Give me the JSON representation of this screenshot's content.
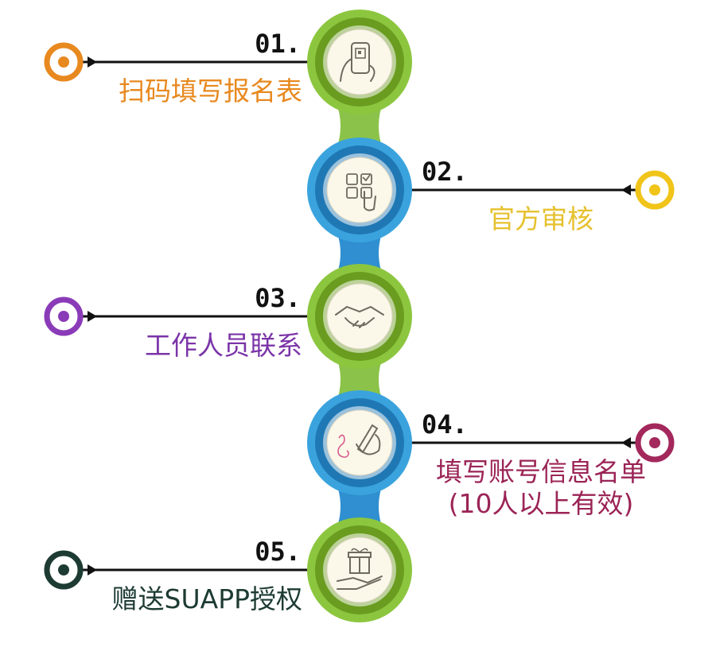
{
  "colors": {
    "green_disc": "#6a9c1f",
    "green_ring": "#8cc63f",
    "blue_disc": "#1f78b4",
    "blue_ring": "#3aa3dd",
    "connector_green": "#8bc34a",
    "connector_blue": "#2f8fd0",
    "inner_fill": "#fbf8ea",
    "icon_stroke": "#6f6a5e",
    "line": "#111111"
  },
  "steps": [
    {
      "number": "01.",
      "label_lines": [
        "扫码填写报名表"
      ],
      "label_color": "#e8891f",
      "marker_color": "#e8891f",
      "disc": "green",
      "side": "left",
      "icon": "phone-qr-icon"
    },
    {
      "number": "02.",
      "label_lines": [
        "官方审核"
      ],
      "label_color": "#e6c12e",
      "marker_color": "#f0c419",
      "disc": "blue",
      "side": "right",
      "icon": "touch-checklist-icon"
    },
    {
      "number": "03.",
      "label_lines": [
        "工作人员联系"
      ],
      "label_color": "#7b34a8",
      "marker_color": "#8a3bb8",
      "disc": "green",
      "side": "left",
      "icon": "handshake-icon"
    },
    {
      "number": "04.",
      "label_lines": [
        "填写账号信息名单",
        "(10人以上有效)"
      ],
      "label_color": "#9b2456",
      "marker_color": "#a3285c",
      "disc": "blue",
      "side": "right",
      "icon": "hand-signature-icon"
    },
    {
      "number": "05.",
      "label_lines": [
        "赠送SUAPP授权"
      ],
      "label_color": "#1d3b33",
      "marker_color": "#1d3b33",
      "disc": "green",
      "side": "left",
      "icon": "gift-hand-icon"
    }
  ]
}
